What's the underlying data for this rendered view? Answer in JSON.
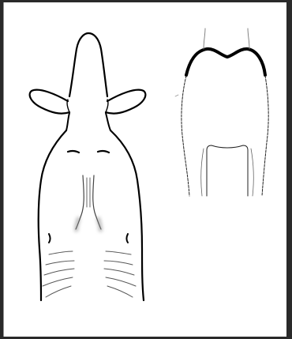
{
  "figure": {
    "panels": [
      {
        "name": "dorsal-outline",
        "kind": "line-drawing"
      },
      {
        "name": "tail-base-outline",
        "kind": "line-drawing"
      }
    ],
    "colors": {
      "background": "#ffffff",
      "border": "#2a2a2a",
      "outline": "#000000",
      "accent_curve": "#000000",
      "thin_lines": "#555555"
    }
  }
}
